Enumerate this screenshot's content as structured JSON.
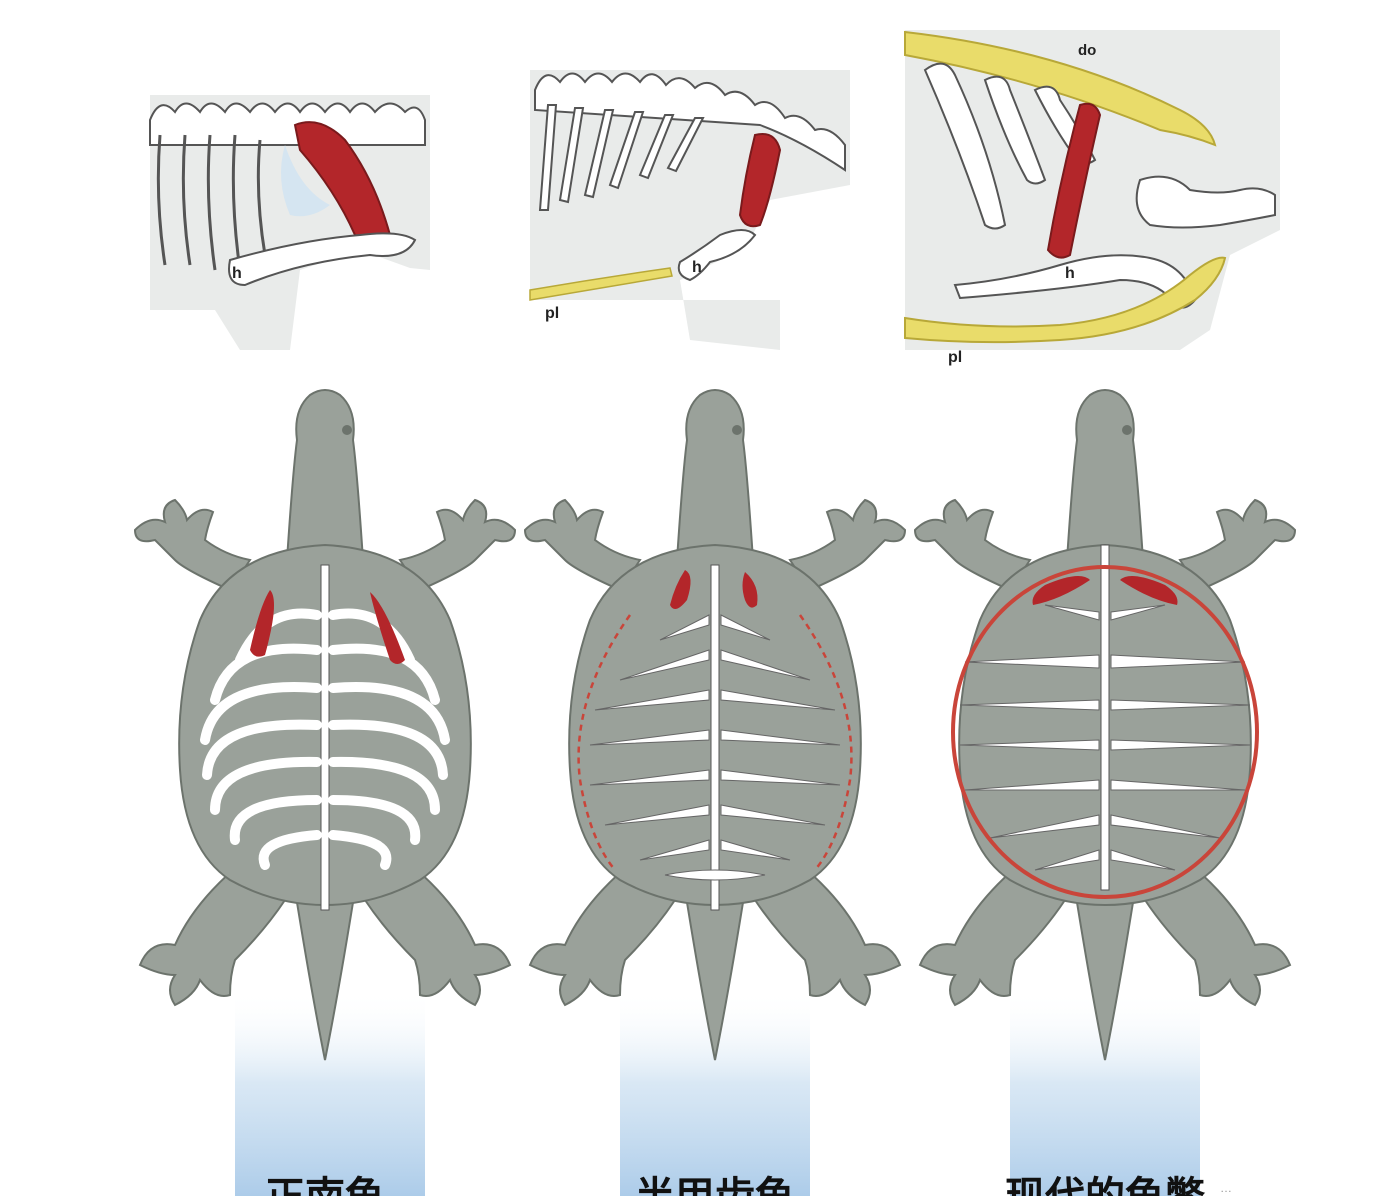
{
  "colors": {
    "background": "#ffffff",
    "panel_bg": "#e9ebea",
    "turtle_body": "#9aa19a",
    "turtle_outline": "#6c736c",
    "bone": "#ffffff",
    "bone_outline": "#5f5f5f",
    "muscle": "#b3262a",
    "shell_yellow": "#e9dc6a",
    "carapace_ring": "#c9453a",
    "shadow_blue": "#b9d6ee"
  },
  "labels": {
    "h": "h",
    "pl": "pl",
    "do": "do"
  },
  "captions": [
    "正南龟",
    "半甲齿龟",
    "现代的龟鳖"
  ],
  "watermark": "…"
}
